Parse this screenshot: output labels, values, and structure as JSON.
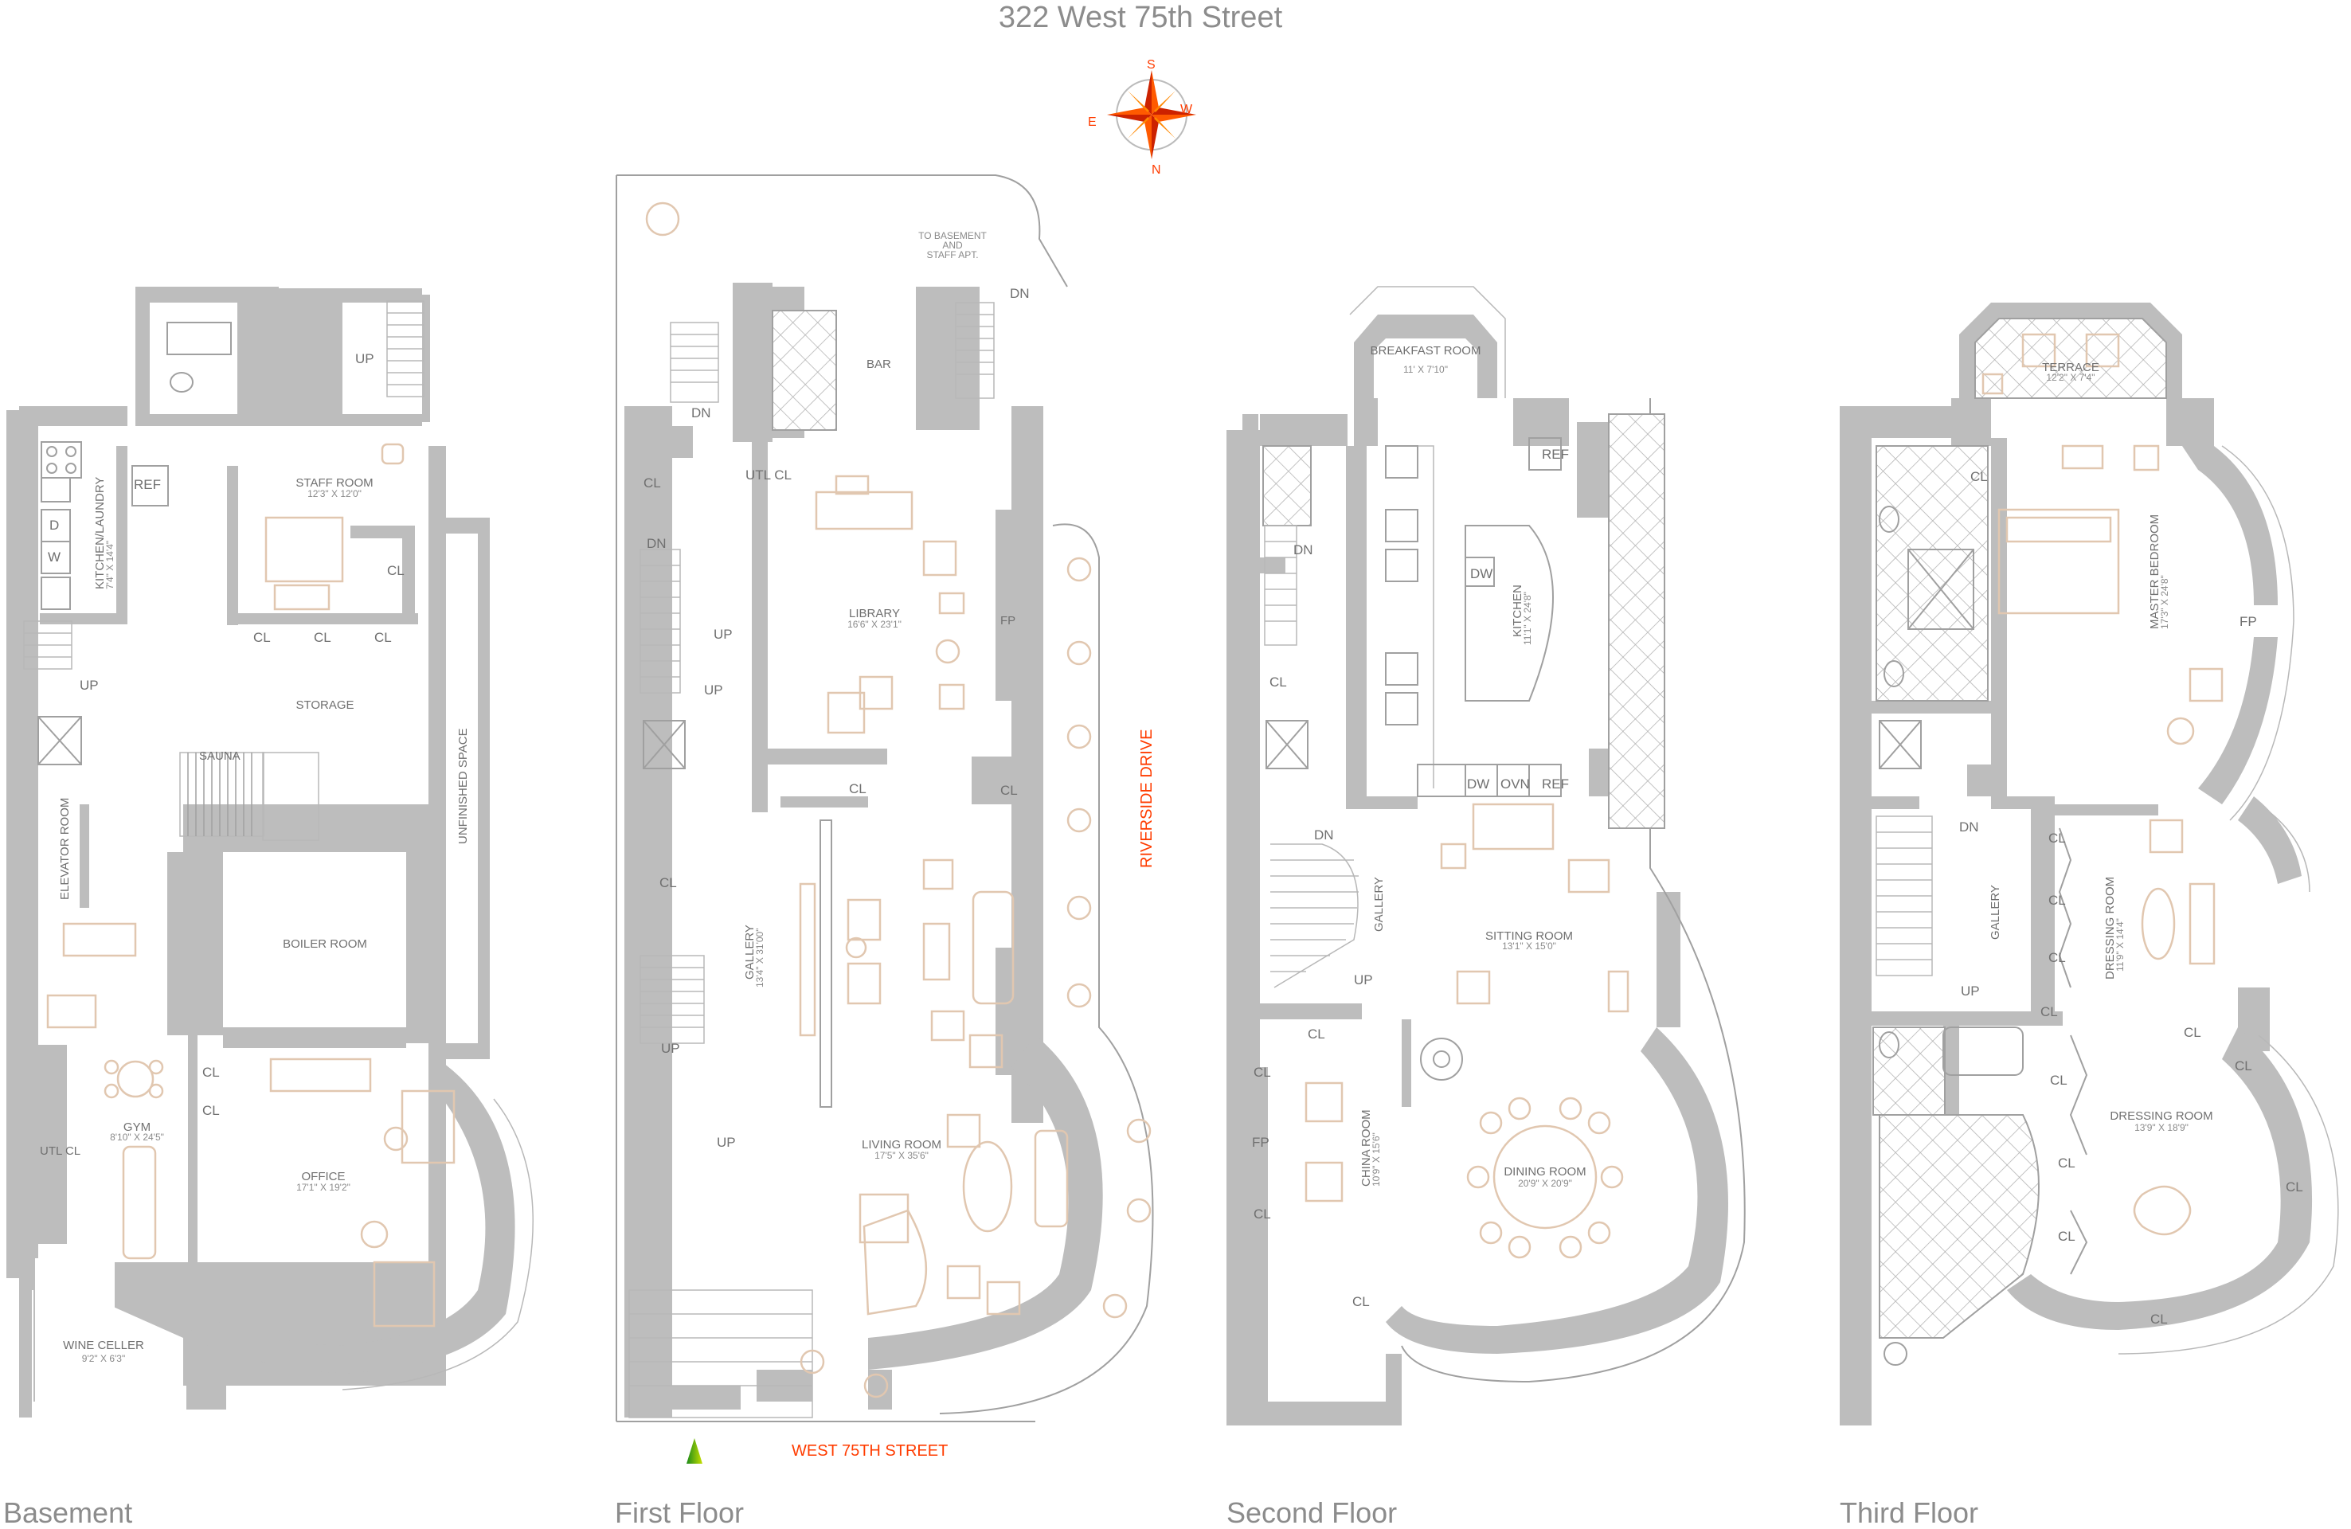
{
  "title": "322 West 75th Street",
  "compass": {
    "north": "N",
    "south": "S",
    "east": "E",
    "west": "W"
  },
  "streets": {
    "west_75th": "WEST 75TH STREET",
    "riverside": "RIVERSIDE DRIVE"
  },
  "floors": {
    "basement": "Basement",
    "first": "First Floor",
    "second": "Second Floor",
    "third": "Third Floor"
  },
  "basement": {
    "kitchen_laundry": "KITCHEN/LAUNDRY",
    "kitchen_laundry_dim": "7'4\" X 14'4\"",
    "ref": "REF",
    "d": "D",
    "w": "W",
    "staff_room": "STAFF ROOM",
    "staff_room_dim": "12'3\" X 12'0\"",
    "up1": "UP",
    "up2": "UP",
    "cl1": "CL",
    "cl2": "CL",
    "cl3": "CL",
    "cl4": "CL",
    "cl5": "CL",
    "cl6": "CL",
    "storage": "STORAGE",
    "sauna": "SAUNA",
    "elevator_room": "ELEVATOR ROOM",
    "unfinished": "UNFINISHED SPACE",
    "boiler": "BOILER ROOM",
    "gym": "GYM",
    "gym_dim": "8'10\" X 24'5\"",
    "utl_cl": "UTL CL",
    "office": "OFFICE",
    "office_dim": "17'1\" X 19'2\"",
    "wine": "WINE CELLER",
    "wine_dim": "9'2\" X 6'3\""
  },
  "first": {
    "to_basement": [
      "TO BASEMENT",
      "AND",
      "STAFF APT."
    ],
    "dn1": "DN",
    "dn2": "DN",
    "dn3": "DN",
    "bar": "BAR",
    "cl1": "CL",
    "utl_cl": "UTL CL",
    "cl2": "CL",
    "cl3": "CL",
    "cl4": "CL",
    "up1": "UP",
    "up2": "UP",
    "up3": "UP",
    "up4": "UP",
    "library": "LIBRARY",
    "library_dim": "16'6\" X 23'1\"",
    "fp": "FP",
    "gallery": "GALLERY",
    "gallery_dim": "13'4\" X 31'00\"",
    "living": "LIVING ROOM",
    "living_dim": "17'5\" X 35'6\""
  },
  "second": {
    "breakfast": "BREAKFAST ROOM",
    "breakfast_dim": "11' X 7'10\"",
    "ref1": "REF",
    "ref2": "REF",
    "dw1": "DW",
    "dw2": "DW",
    "ovn": "OVN",
    "kitchen": "KITCHEN",
    "kitchen_dim": "11'1\" X 24'8\"",
    "dn1": "DN",
    "dn2": "DN",
    "up": "UP",
    "cl1": "CL",
    "cl2": "CL",
    "cl3": "CL",
    "cl4": "CL",
    "cl5": "CL",
    "gallery": "GALLERY",
    "sitting": "SITTING ROOM",
    "sitting_dim": "13'1\" X 15'0\"",
    "fp": "FP",
    "china": "CHINA ROOM",
    "china_dim": "10'9\" X 15'6\"",
    "dining": "DINING ROOM",
    "dining_dim": "20'9\" X 20'9\""
  },
  "third": {
    "terrace": "TERRACE",
    "terrace_dim": "12'2\" X 7'4\"",
    "master": "MASTER BEDROOM",
    "master_dim": "17'3\" X 24'8\"",
    "fp": "FP",
    "cl1": "CL",
    "cl2": "CL",
    "cl3": "CL",
    "cl4": "CL",
    "cl5": "CL",
    "cl6": "CL",
    "cl7": "CL",
    "cl8": "CL",
    "cl9": "CL",
    "cl10": "CL",
    "cl11": "CL",
    "cl12": "CL",
    "dn": "DN",
    "up": "UP",
    "gallery": "GALLERY",
    "dressing1": "DRESSING ROOM",
    "dressing1_dim": "11'9\" X 14'4\"",
    "dressing2": "DRESSING ROOM",
    "dressing2_dim": "13'9\" X 18'9\""
  }
}
